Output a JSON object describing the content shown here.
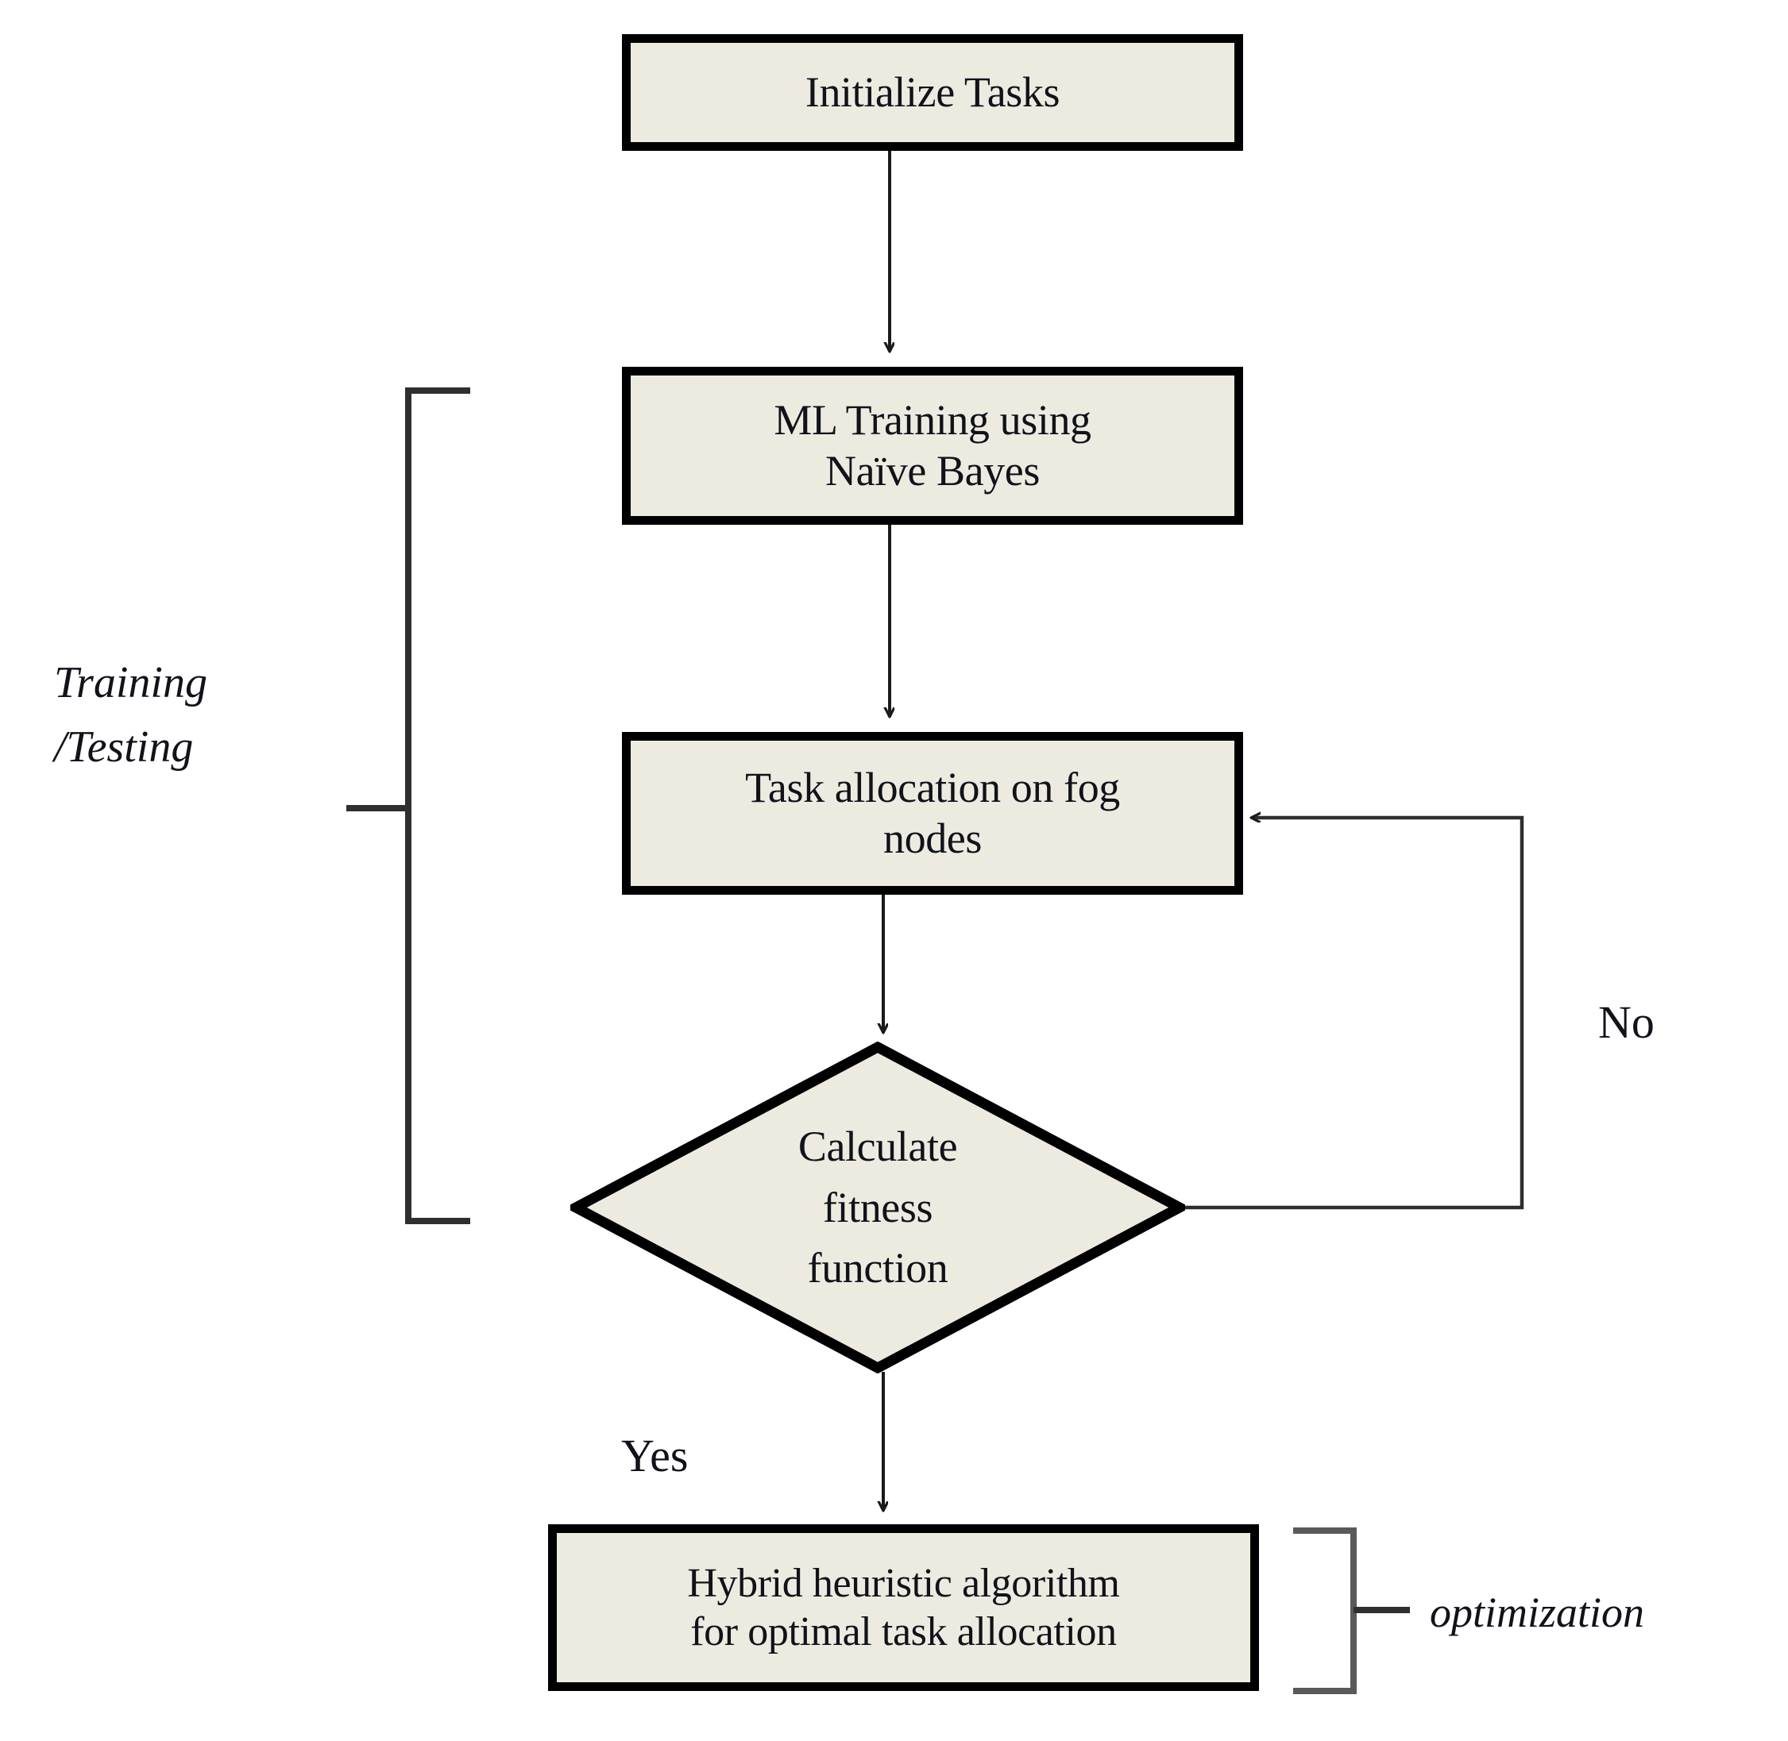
{
  "diagram": {
    "type": "flowchart",
    "title": "",
    "background_color": "#FFFFFF",
    "node_fill_color": "#EDEBE0",
    "node_border_color": "#000000",
    "text_color": "#11121A",
    "nodes": [
      {
        "id": "initialize",
        "shape": "rectangle",
        "label": "Initialize Tasks"
      },
      {
        "id": "mltraining",
        "shape": "rectangle",
        "label": "ML Training using\nNaïve Bayes"
      },
      {
        "id": "taskalloc",
        "shape": "rectangle",
        "label": "Task allocation on fog\nnodes"
      },
      {
        "id": "fitness",
        "shape": "diamond",
        "label": "Calculate\nfitness\nfunction"
      },
      {
        "id": "hybrid",
        "shape": "rectangle",
        "label": "Hybrid heuristic algorithm\nfor optimal task allocation"
      }
    ],
    "edges": [
      {
        "from": "initialize",
        "to": "mltraining",
        "label": ""
      },
      {
        "from": "mltraining",
        "to": "taskalloc",
        "label": ""
      },
      {
        "from": "taskalloc",
        "to": "fitness",
        "label": ""
      },
      {
        "from": "fitness",
        "to": "taskalloc",
        "label": "No"
      },
      {
        "from": "fitness",
        "to": "hybrid",
        "label": "Yes"
      }
    ],
    "edge_labels": {
      "no": "No",
      "yes": "Yes"
    },
    "group_brackets": [
      {
        "id": "training-testing",
        "label": "Training\n/Testing",
        "style": "italic",
        "side": "left",
        "covers": [
          "mltraining",
          "taskalloc",
          "fitness"
        ]
      },
      {
        "id": "optimization",
        "label": "optimization",
        "style": "italic",
        "side": "right",
        "covers": [
          "hybrid"
        ]
      }
    ]
  }
}
